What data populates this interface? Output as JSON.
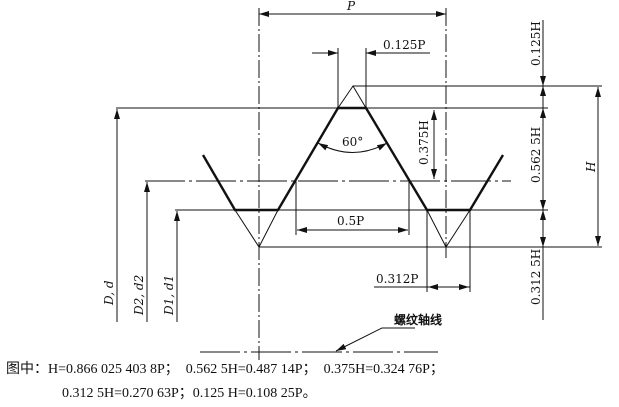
{
  "labels": {
    "pitch": "P",
    "crest_width": "0.125P",
    "angle": "60°",
    "h_0375": "0.375H",
    "pitch_half": "0.5P",
    "root_width": "0.312P",
    "h_0125": "0.125H",
    "h_05625": "0.562 5H",
    "h_03125": "0.312 5H",
    "h_total": "H",
    "major_diameter": "D, d",
    "pitch_diameter": "D2, d2",
    "minor_diameter": "D1, d1",
    "thread_axis": "螺纹轴线"
  },
  "caption": {
    "line1": "图中：H=0.866 025 403 8P；  0.562 5H=0.487 14P；  0.375H=0.324 76P；",
    "line2": "0.312 5H=0.270 63P；0.125 H=0.108 25P。"
  }
}
